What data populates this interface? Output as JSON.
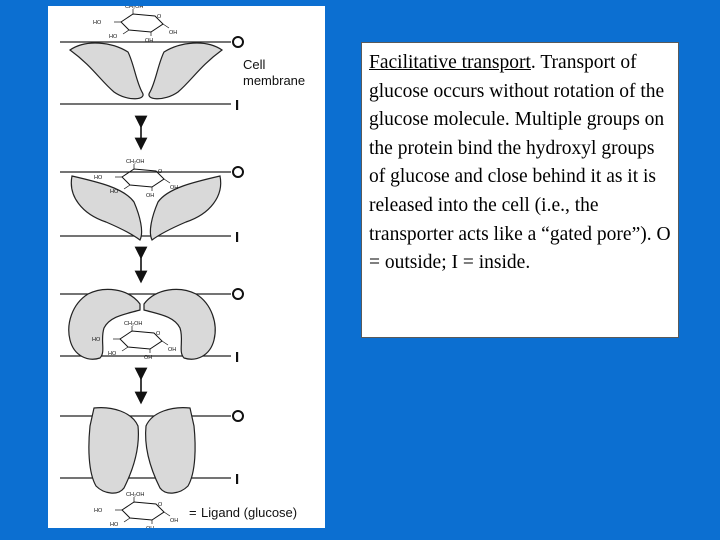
{
  "figure": {
    "outside_label": "O",
    "inside_label": "I",
    "membrane_label_line1": "Cell",
    "membrane_label_line2": "membrane",
    "legend_equals": "=",
    "legend_text": "Ligand (glucose)",
    "glucose": {
      "group_ch2oh": "CH₂OH",
      "group_ho": "HO",
      "group_oh": "OH",
      "ring_o": "O"
    }
  },
  "caption": {
    "title": "Facilitative transport",
    "body": ". Transport of glucose occurs without rotation of the glucose molecule. Multiple groups on the protein bind the hydroxyl groups of glucose and close behind it as it is released into the cell (i.e., the transporter acts like a “gated pore”). O = outside; I = inside."
  },
  "colors": {
    "background": "#0c6fd1",
    "protein_fill": "#d9d9d9",
    "stroke": "#222222"
  }
}
